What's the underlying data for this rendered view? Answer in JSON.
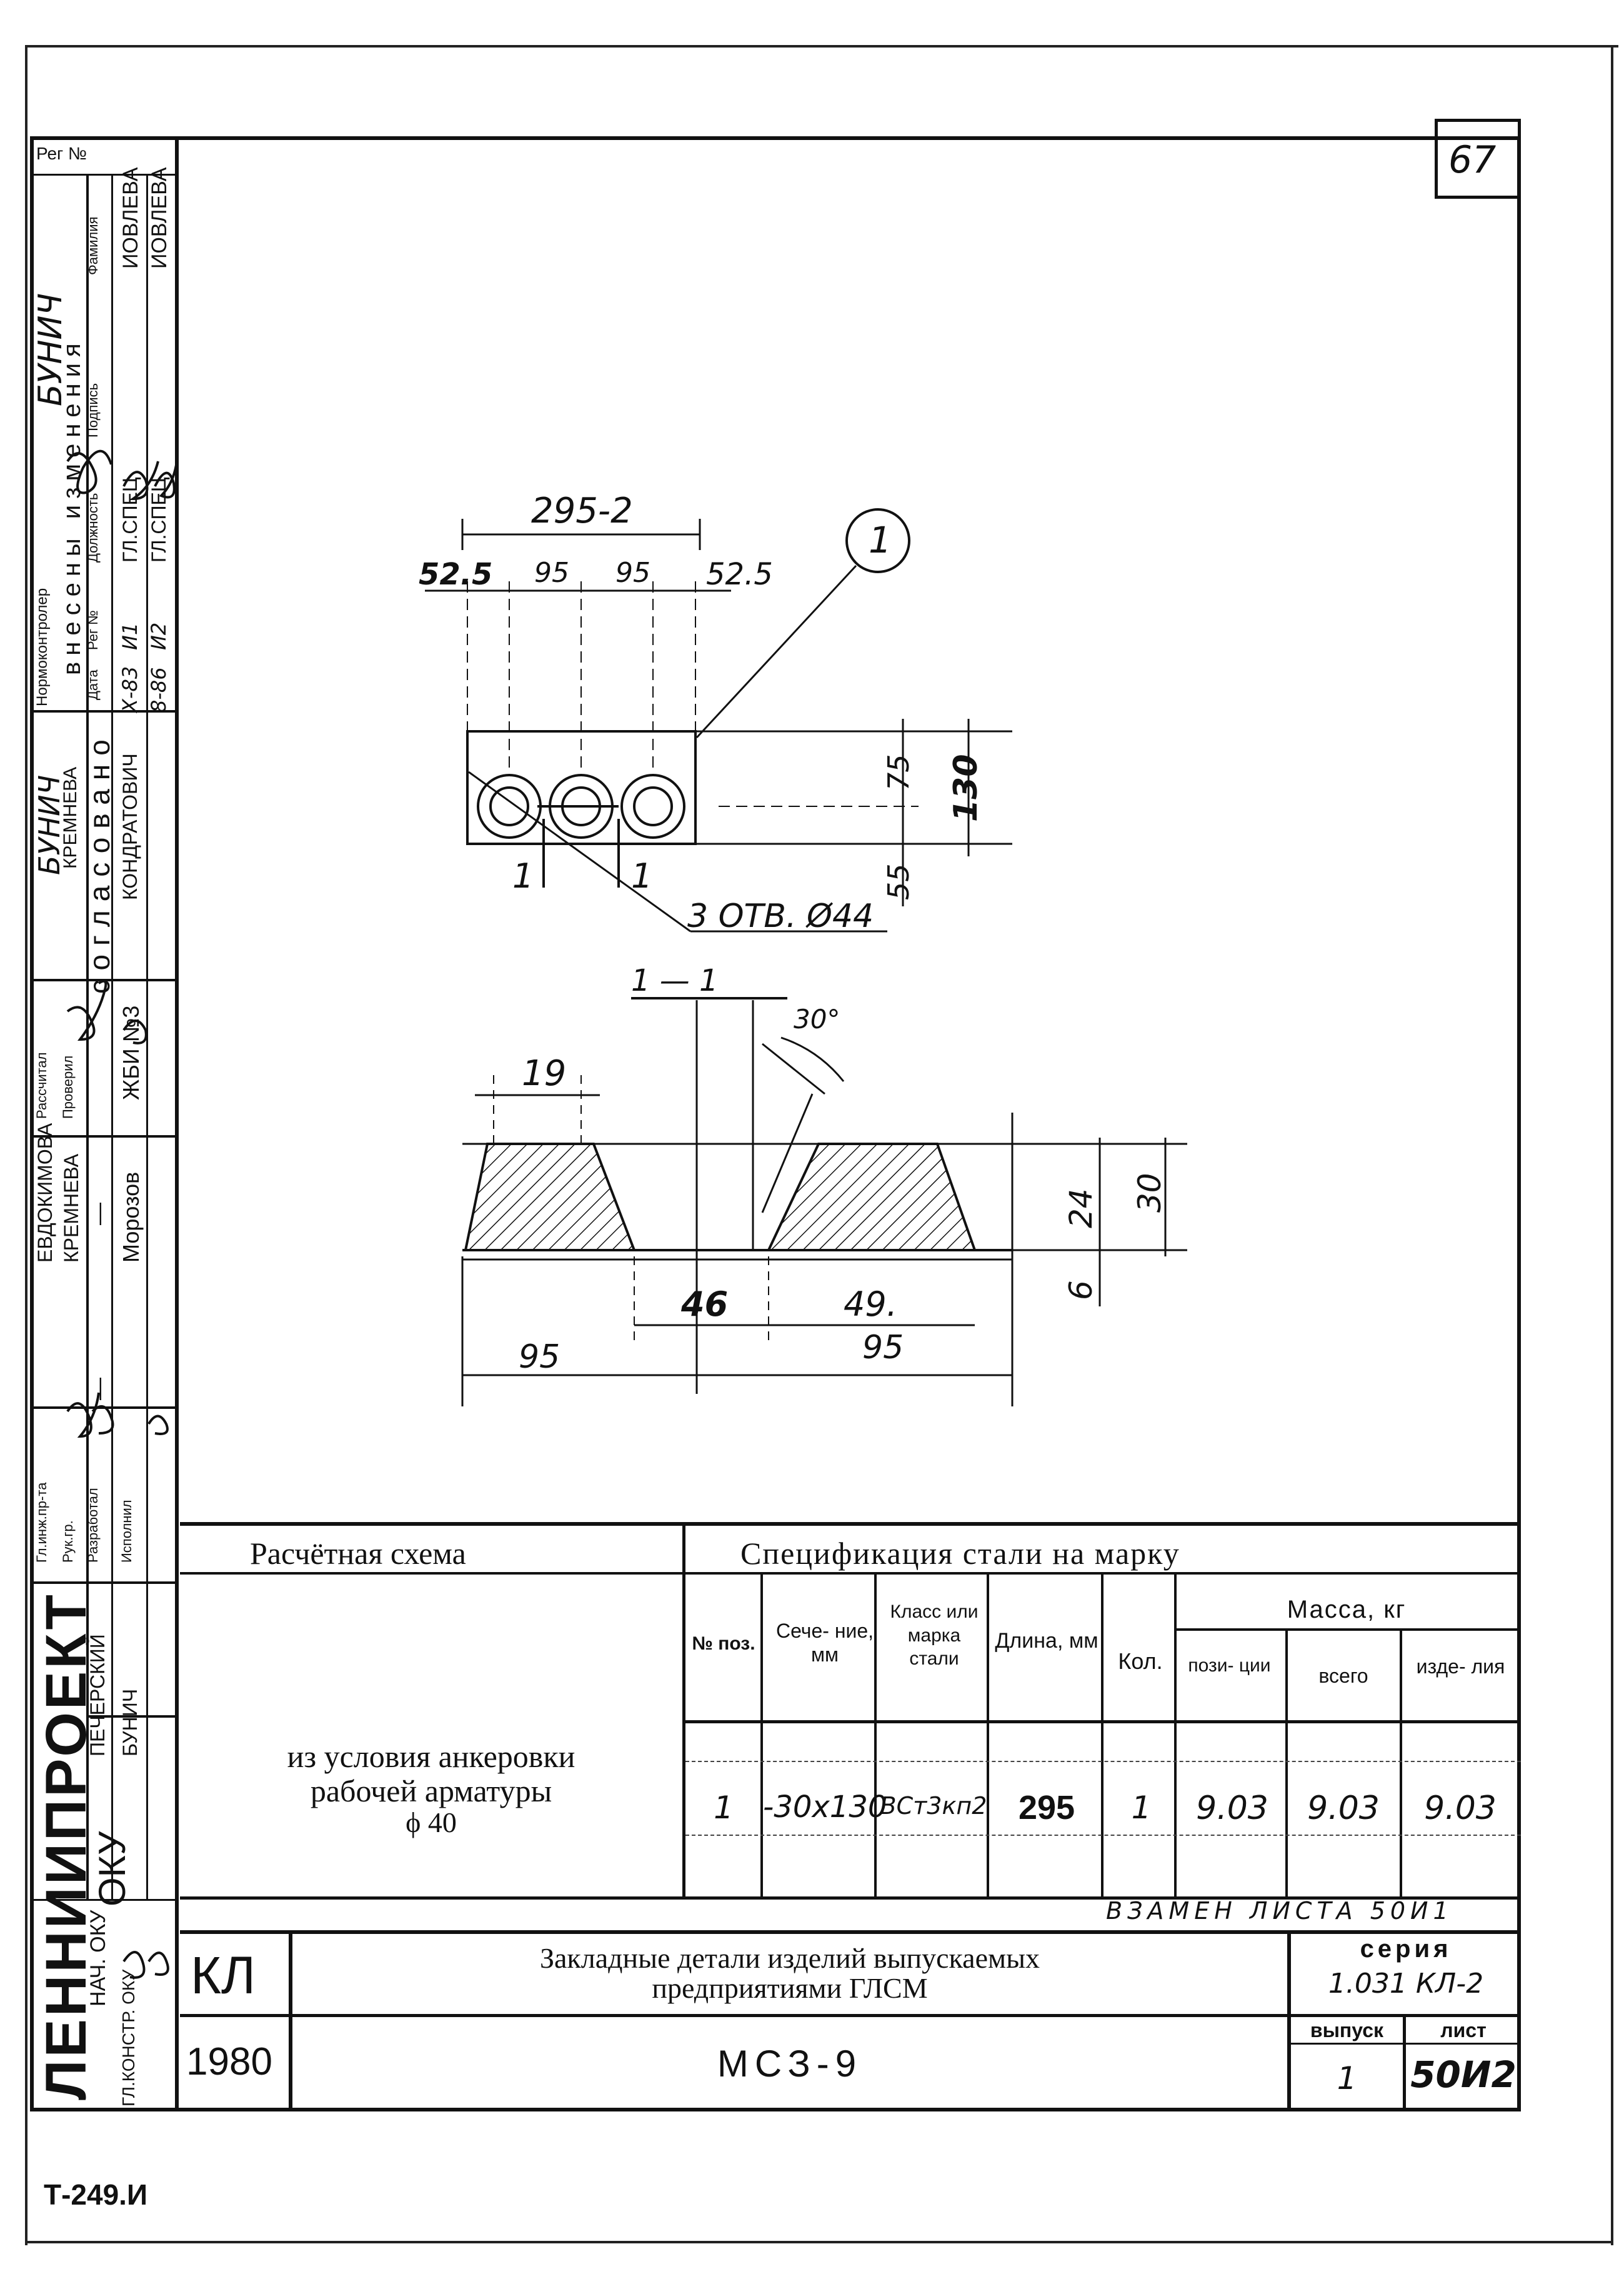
{
  "sheet_number": "67",
  "bottom_code": "Т-249.И",
  "drawing": {
    "dim_total": "295-2",
    "dim_a": "52.5",
    "dim_b": "95",
    "dim_c": "95",
    "dim_d": "52.5",
    "callout": "1",
    "dim_75": "75",
    "dim_130": "130",
    "dim_55": "55",
    "cut_left": "1",
    "cut_right": "1",
    "holes": "3 ОТВ. Ø44",
    "section_label": "1 — 1",
    "angle": "30°",
    "dim_19": "19",
    "dim_24": "24",
    "dim_30": "30",
    "dim_6": "6",
    "dim_46": "46",
    "dim_49": "49.",
    "dim_95_left": "95",
    "dim_95_right": "95"
  },
  "scheme": {
    "title": "Расчётная схема",
    "line1": "из условия анкеровки",
    "line2": "рабочей арматуры",
    "line3": "ϕ 40"
  },
  "spec": {
    "title": "Спецификация стали на марку",
    "headers": {
      "pos": "№ поз.",
      "section": "Сече- ние, мм",
      "class": "Класс или марка стали",
      "length": "Длина, мм",
      "qty": "Кол.",
      "mass": "Масса, кг",
      "mass_pos": "пози- ции",
      "mass_total": "всего",
      "mass_item": "изде- лия"
    },
    "row": {
      "pos": "1",
      "section": "-30x130",
      "class": "ВСт3кп2",
      "length": "295",
      "qty": "1",
      "mass_pos": "9.03",
      "mass_total": "9.03",
      "mass_item": "9.03"
    }
  },
  "replaces": "ВЗАМЕН ЛИСТА 50И1",
  "title_block": {
    "kl": "КЛ",
    "year": "1980",
    "title_line1": "Закладные детали изделий выпускаемых",
    "title_line2": "предприятиями ГЛСМ",
    "mark": "МСЗ-9",
    "series_label": "серия",
    "series_value": "1.031 КЛ-2",
    "issue_label": "выпуск",
    "issue_value": "1",
    "sheet_label": "лист",
    "sheet_value": "50И2"
  },
  "side": {
    "reg": "Рег №",
    "org": "ЛЕННИИПРОЕКТ",
    "okv": "ОКУ",
    "changes": "внесены изменения",
    "bunich_top": "БУНИЧ",
    "norm": "Нормоконтролер",
    "head_date": "Дата",
    "head_reg": "Рег №",
    "head_post": "Должность",
    "head_sign": "Подпись",
    "head_name": "Фамилия",
    "r1_date": "Х-83",
    "r1_reg": "И1",
    "r1_post": "ГЛ.СПЕЦ",
    "r1_name": "ИОВЛЕВА",
    "r2_date": "8-86",
    "r2_reg": "И2",
    "r2_post": "ГЛ.СПЕЦ",
    "r2_name": "ИОВЛЕВА",
    "bunich2": "БУНИЧ",
    "kremneva": "КРЕМНЕВА",
    "agreed": "согласовано",
    "kondratovich": "КОНДРАТОВИЧ",
    "calc": "Рассчитал",
    "checked": "Проверил",
    "zhbi": "ЖБИ №3",
    "evdokimova": "ЕВДОКИМОВА",
    "kremneva2": "КРЕМНЕВА",
    "morozov": "Морозов",
    "dash": "—",
    "gip": "Гл.инж.пр-та",
    "ruk": "Рук.гр.",
    "developed": "Разработал",
    "executed": "Исполнил",
    "pechersky": "ПЕЧЕРСКИЙ",
    "bunich3": "БУНИЧ",
    "nach": "НАЧ. ОКУ",
    "glkonstr": "ГЛ.КОНСТР. ОКУ"
  }
}
